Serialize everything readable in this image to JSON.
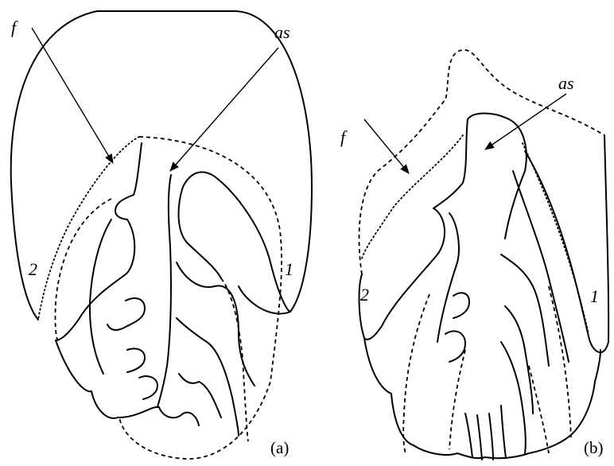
{
  "panel_a": {
    "label_f": "f",
    "label_as": "as",
    "label_1": "1",
    "label_2": "2",
    "panel_label": "(a)"
  },
  "panel_b": {
    "label_f": "f",
    "label_as": "as",
    "label_1": "1",
    "label_2": "2",
    "panel_label": "(b)"
  }
}
